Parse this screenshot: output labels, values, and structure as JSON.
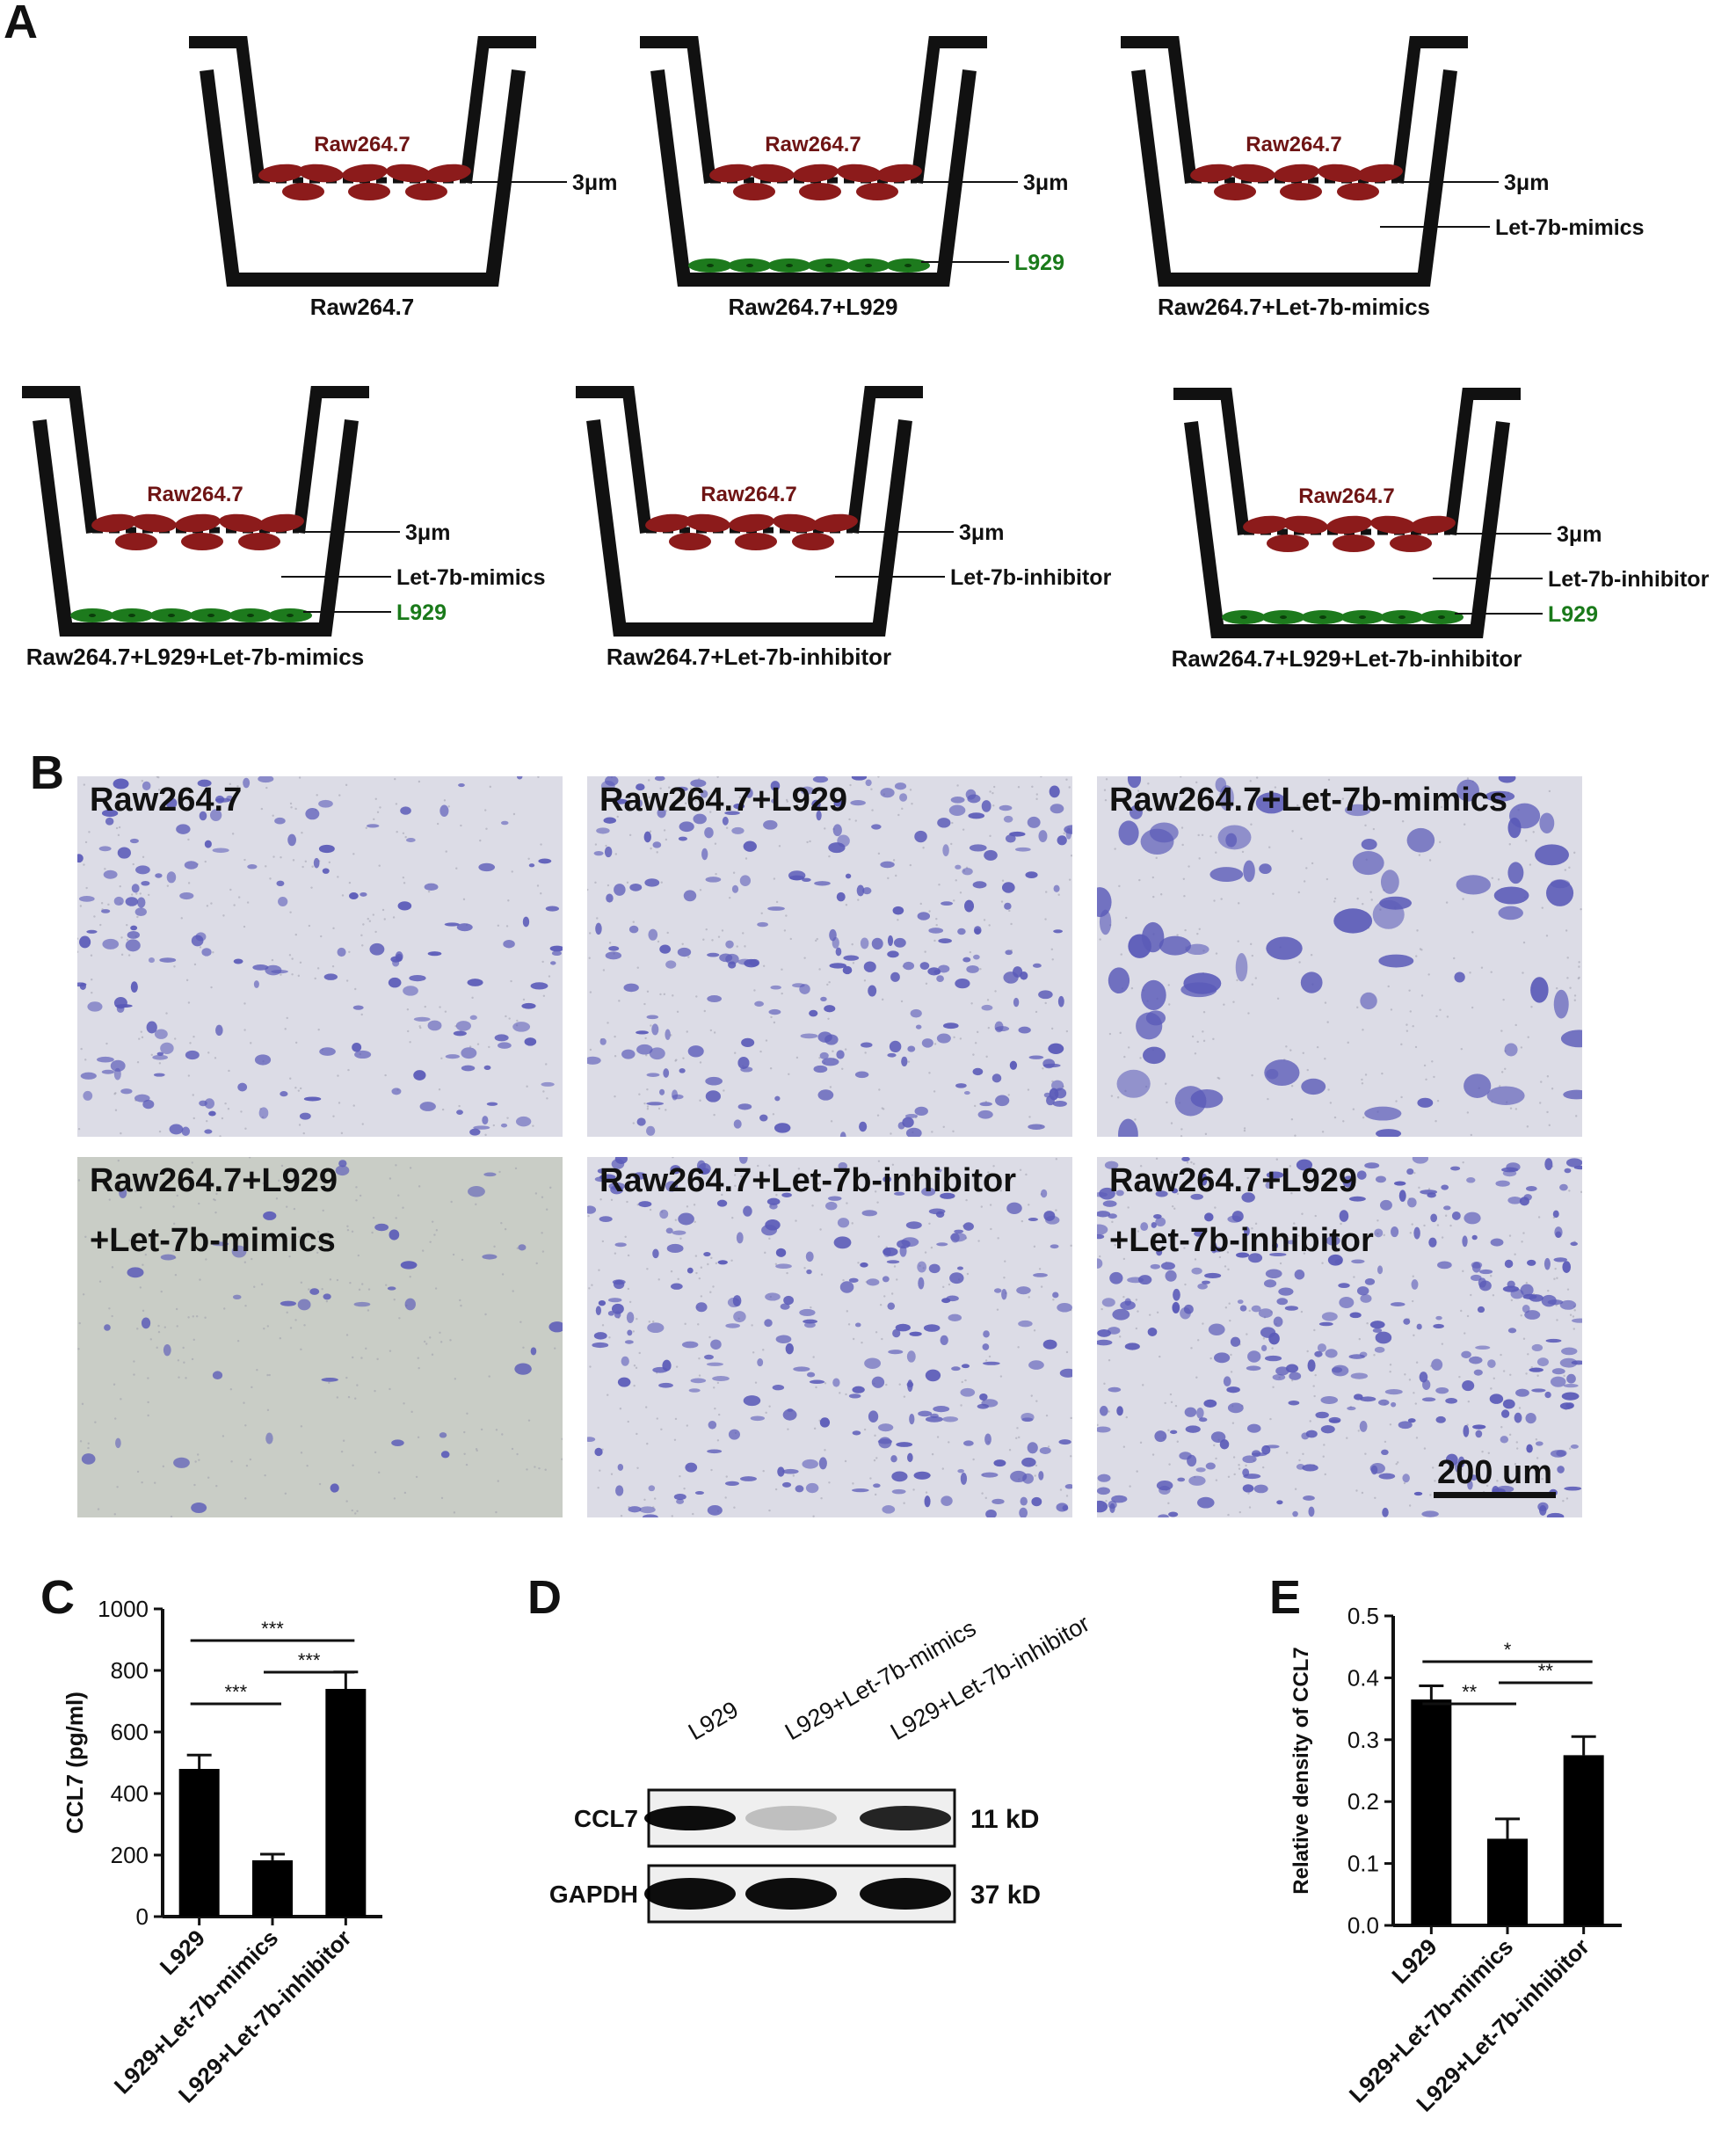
{
  "panels": {
    "a": "A",
    "b": "B",
    "c": "C",
    "d": "D",
    "e": "E"
  },
  "colors": {
    "raw_cell": "#8c1b1b",
    "l929_cell": "#1d7a1d",
    "raw_label": "#6e1414",
    "l929_label": "#1a7a1a",
    "stain": "#5a5ab8",
    "membrane_bg": "#dcdce6"
  },
  "panel_a": {
    "wells": [
      {
        "caption": "Raw264.7",
        "top_label": "Raw264.7",
        "pore": "3μm",
        "medium": "",
        "bottom": ""
      },
      {
        "caption": "Raw264.7+L929",
        "top_label": "Raw264.7",
        "pore": "3μm",
        "medium": "",
        "bottom": "L929"
      },
      {
        "caption": "Raw264.7+Let-7b-mimics",
        "top_label": "Raw264.7",
        "pore": "3μm",
        "medium": "Let-7b-mimics",
        "bottom": ""
      },
      {
        "caption": "Raw264.7+L929+Let-7b-mimics",
        "top_label": "Raw264.7",
        "pore": "3μm",
        "medium": "Let-7b-mimics",
        "bottom": "L929"
      },
      {
        "caption": "Raw264.7+Let-7b-inhibitor",
        "top_label": "Raw264.7",
        "pore": "3μm",
        "medium": "Let-7b-inhibitor",
        "bottom": ""
      },
      {
        "caption": "Raw264.7+L929+Let-7b-inhibitor",
        "top_label": "Raw264.7",
        "pore": "3μm",
        "medium": "Let-7b-inhibitor",
        "bottom": "L929"
      }
    ]
  },
  "panel_b": {
    "images": [
      {
        "line1": "Raw264.7",
        "line2": "",
        "density": "medium"
      },
      {
        "line1": "Raw264.7+L929",
        "line2": "",
        "density": "high"
      },
      {
        "line1": "Raw264.7+Let-7b-mimics",
        "line2": "",
        "density": "clustered"
      },
      {
        "line1": "Raw264.7+L929",
        "line2": "+Let-7b-mimics",
        "density": "low"
      },
      {
        "line1": "Raw264.7+Let-7b-inhibitor",
        "line2": "",
        "density": "high"
      },
      {
        "line1": "Raw264.7+L929",
        "line2": "+Let-7b-inhibitor",
        "density": "very-high"
      }
    ],
    "scale_bar": "200 um"
  },
  "chart_data": [
    {
      "type": "bar",
      "panel": "C",
      "categories": [
        "L929",
        "L929+Let-7b-mimics",
        "L929+Let-7b-inhibitor"
      ],
      "values": [
        480,
        183,
        740
      ],
      "errors": [
        45,
        20,
        55
      ],
      "ylabel": "CCL7 (pg/ml)",
      "ylim": [
        0,
        1000
      ],
      "yticks": [
        "0",
        "200",
        "400",
        "600",
        "800",
        "1000"
      ],
      "ytick_values": [
        0,
        200,
        400,
        600,
        800,
        1000
      ],
      "significance": [
        {
          "from": 0,
          "to": 1,
          "label": "***",
          "level": 1
        },
        {
          "from": 1,
          "to": 2,
          "label": "***",
          "level": 2
        },
        {
          "from": 0,
          "to": 2,
          "label": "***",
          "level": 3
        }
      ]
    },
    {
      "type": "bar",
      "panel": "E",
      "categories": [
        "L929",
        "L929+Let-7b-mimics",
        "L929+Let-7b-inhibitor"
      ],
      "values": [
        0.365,
        0.14,
        0.275
      ],
      "errors": [
        0.022,
        0.032,
        0.03
      ],
      "ylabel": "Relative density of CCL7",
      "ylim": [
        0,
        0.5
      ],
      "yticks": [
        "0.0",
        "0.1",
        "0.2",
        "0.3",
        "0.4",
        "0.5"
      ],
      "ytick_values": [
        0,
        0.1,
        0.2,
        0.3,
        0.4,
        0.5
      ],
      "significance": [
        {
          "from": 0,
          "to": 1,
          "label": "**",
          "level": 1
        },
        {
          "from": 1,
          "to": 2,
          "label": "**",
          "level": 2
        },
        {
          "from": 0,
          "to": 2,
          "label": "*",
          "level": 3
        }
      ]
    }
  ],
  "panel_d": {
    "lanes": [
      "L929",
      "L929+Let-7b-mimics",
      "L929+Let-7b-inhibitor"
    ],
    "rows": [
      {
        "protein": "CCL7",
        "size": "11 kD",
        "intensities": [
          0.95,
          0.2,
          0.85
        ]
      },
      {
        "protein": "GAPDH",
        "size": "37 kD",
        "intensities": [
          0.95,
          0.95,
          0.95
        ]
      }
    ]
  }
}
